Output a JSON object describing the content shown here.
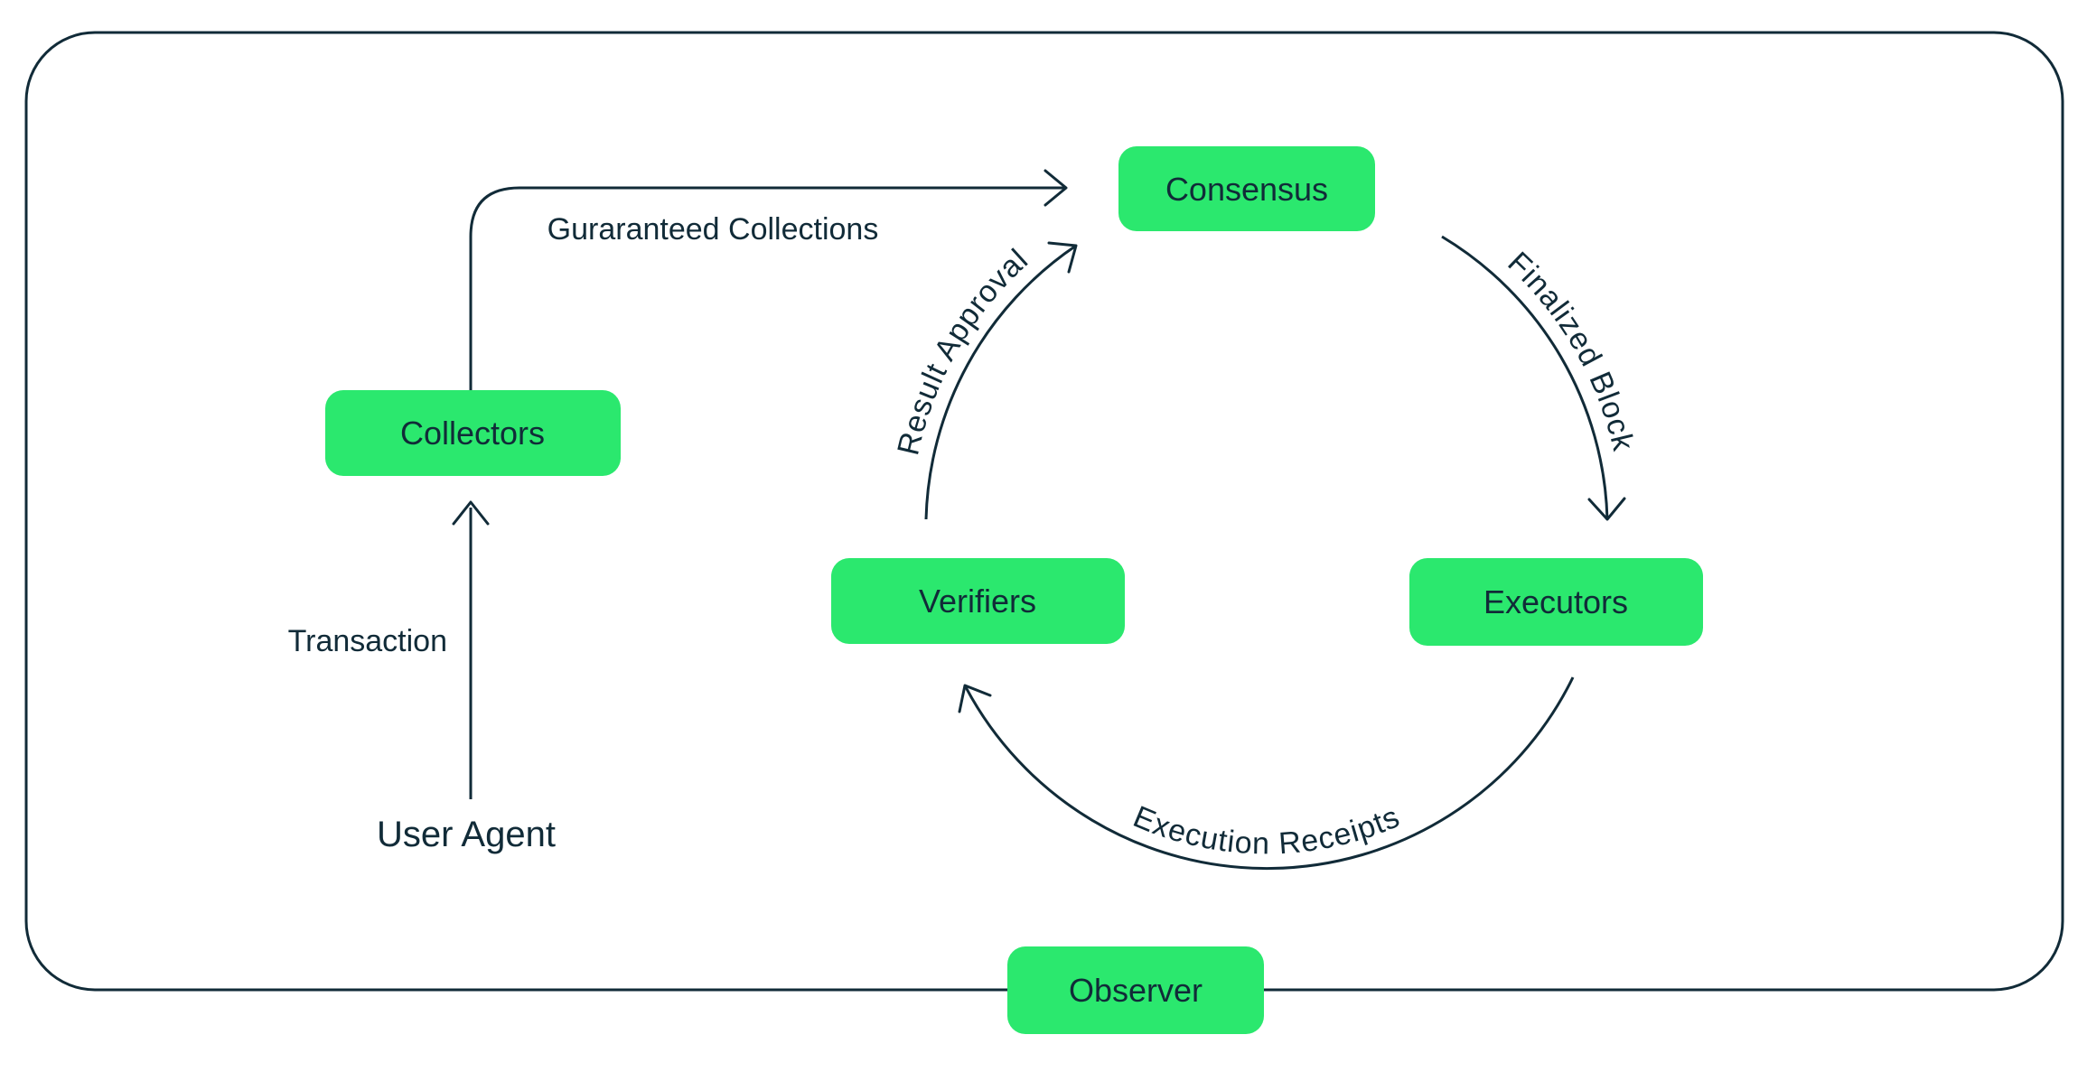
{
  "diagram": {
    "nodes": {
      "consensus": {
        "label": "Consensus"
      },
      "collectors": {
        "label": "Collectors"
      },
      "verifiers": {
        "label": "Verifiers"
      },
      "executors": {
        "label": "Executors"
      },
      "observer": {
        "label": "Observer"
      }
    },
    "user_agent": {
      "label": "User Agent"
    },
    "edges": {
      "transaction": {
        "label": "Transaction",
        "from": "User Agent",
        "to": "Collectors"
      },
      "guaranteed_collections": {
        "label": "Guraranteed Collections",
        "from": "Collectors",
        "to": "Consensus"
      },
      "finalized_block": {
        "label": "Finalized Block",
        "from": "Consensus",
        "to": "Executors"
      },
      "execution_receipts": {
        "label": "Execution Receipts",
        "from": "Executors",
        "to": "Verifiers"
      },
      "result_approval": {
        "label": "Result Approval",
        "from": "Verifiers",
        "to": "Consensus"
      }
    },
    "colors": {
      "node_fill": "#2BE86E",
      "line": "#112B38",
      "background": "#FFFFFF"
    }
  }
}
